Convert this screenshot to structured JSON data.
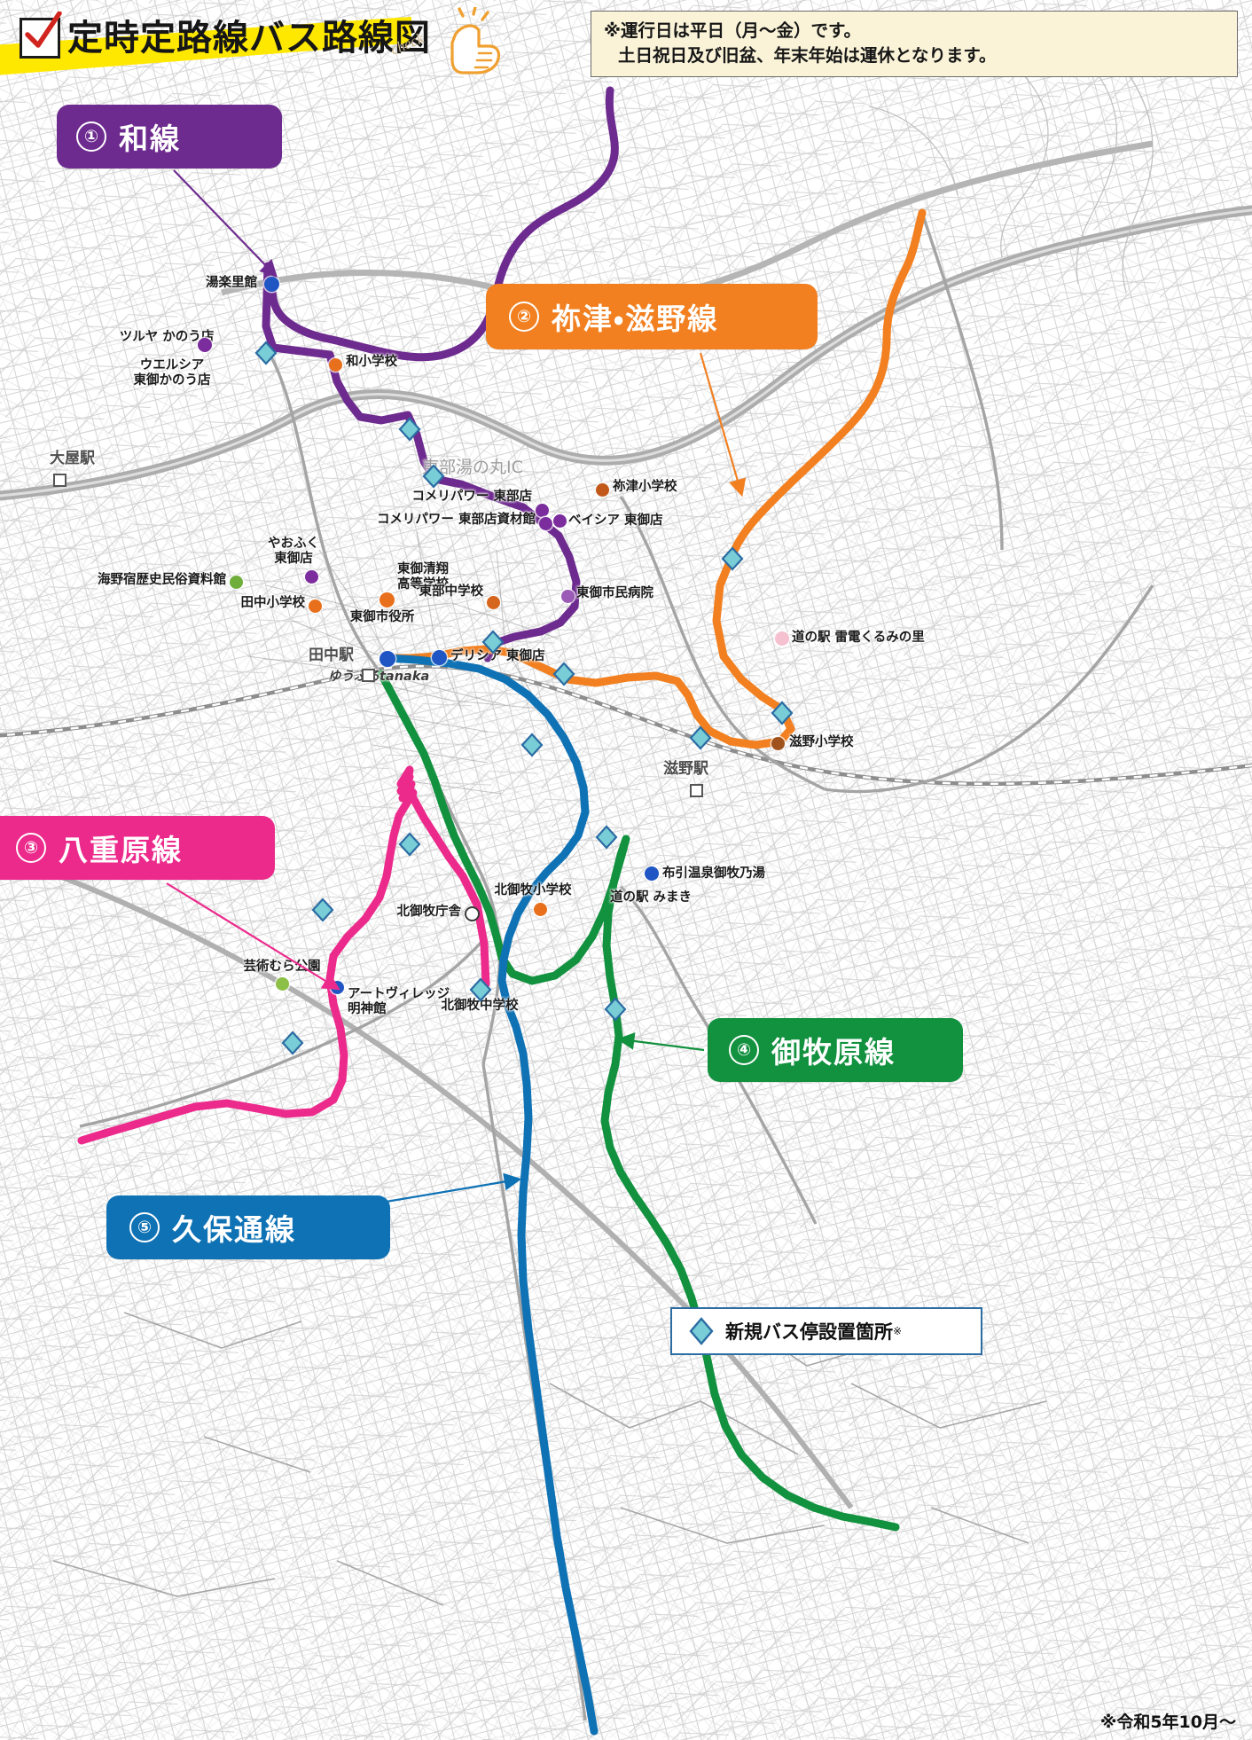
{
  "header": {
    "title": "定時定路線バス路線図",
    "check_word": "check",
    "check_icon": "checkbox-checked-icon",
    "hand_icon": "pointing-hand-icon"
  },
  "notice": {
    "line1": "※運行日は平日（月～金）です。",
    "line2": "土日祝日及び旧盆、年末年始は運休となります。"
  },
  "routes": [
    {
      "number": "①",
      "name": "和線",
      "color": "#6e2b8f"
    },
    {
      "number": "②",
      "name": "祢津・滋野線",
      "color": "#f28020"
    },
    {
      "number": "③",
      "name": "八重原線",
      "color": "#ec2a8c"
    },
    {
      "number": "④",
      "name": "御牧原線",
      "color": "#12913f"
    },
    {
      "number": "⑤",
      "name": "久保通線",
      "color": "#0f72b5"
    }
  ],
  "legend": {
    "icon": "diamond-marker-icon",
    "text": "新規バス停設置箇所",
    "superscript": "※",
    "diamond_fill": "#79cdd6",
    "diamond_stroke": "#2b6ca3"
  },
  "footnote": "※令和5年10月～",
  "places": [
    {
      "id": "yurarikan",
      "label": "湯楽里館",
      "marker": "blue-dot"
    },
    {
      "id": "tsuruya-kanou",
      "label": "ツルヤ かのう店",
      "marker": "purple-dot"
    },
    {
      "id": "welcia-kanou",
      "label": "ウエルシア\n東御かのう店",
      "marker": "none"
    },
    {
      "id": "kazusho",
      "label": "和小学校",
      "marker": "orange-dot"
    },
    {
      "id": "ooya-eki",
      "label": "大屋駅",
      "marker": "station"
    },
    {
      "id": "tobu-yunomaru-ic",
      "label": "東部湯の丸IC",
      "marker": "none"
    },
    {
      "id": "komeri-tobu",
      "label": "コメリパワー 東部店",
      "marker": "purple-dot"
    },
    {
      "id": "komeri-shizai",
      "label": "コメリパワー 東部店資材館",
      "marker": "purple-dot"
    },
    {
      "id": "beisia-tomi",
      "label": "ベイシア 東御店",
      "marker": "purple-dot"
    },
    {
      "id": "netsu-sho",
      "label": "祢津小学校",
      "marker": "orange-dot"
    },
    {
      "id": "yaofuku-tomi",
      "label": "やおふく\n東御店",
      "marker": "purple-dot"
    },
    {
      "id": "unno-shiryokan",
      "label": "海野宿歴史民俗資料館",
      "marker": "green-dot"
    },
    {
      "id": "tanaka-sho",
      "label": "田中小学校",
      "marker": "orange-dot"
    },
    {
      "id": "tomi-shiyakusho",
      "label": "東御市役所",
      "marker": "orange-dot"
    },
    {
      "id": "tobu-seisho-hs",
      "label": "東御清翔\n高等学校",
      "marker": "none"
    },
    {
      "id": "tobu-chu",
      "label": "東部中学校",
      "marker": "orange-dot"
    },
    {
      "id": "tomi-shimin-byoin",
      "label": "東御市民病院",
      "marker": "purple-dot"
    },
    {
      "id": "tanaka-eki",
      "label": "田中駅",
      "marker": "station"
    },
    {
      "id": "yufuru-tanaka",
      "label": "ゆうふるtanaka",
      "marker": "blue-dot"
    },
    {
      "id": "delicia-tomi",
      "label": "デリシア 東御店",
      "marker": "blue-dot"
    },
    {
      "id": "michinoeki-raiden",
      "label": "道の駅 雷電くるみの里",
      "marker": "pink-dot"
    },
    {
      "id": "shigeno-sho",
      "label": "滋野小学校",
      "marker": "brown-dot"
    },
    {
      "id": "shigeno-eki",
      "label": "滋野駅",
      "marker": "station"
    },
    {
      "id": "kitamimaki-sho",
      "label": "北御牧小学校",
      "marker": "orange-dot"
    },
    {
      "id": "kitamimaki-chosha",
      "label": "北御牧庁舎",
      "marker": "ring"
    },
    {
      "id": "nunobiki-onsen",
      "label": "布引温泉御牧乃湯",
      "marker": "blue-dot"
    },
    {
      "id": "michinoeki-mimaki",
      "label": "道の駅 みまき",
      "marker": "none"
    },
    {
      "id": "geijutsu-mura",
      "label": "芸術むら公園",
      "marker": "green-dot"
    },
    {
      "id": "art-village",
      "label": "アートヴィレッジ\n明神館",
      "marker": "blue-dot"
    },
    {
      "id": "kitamimaki-chu",
      "label": "北御牧中学校",
      "marker": "none"
    }
  ]
}
